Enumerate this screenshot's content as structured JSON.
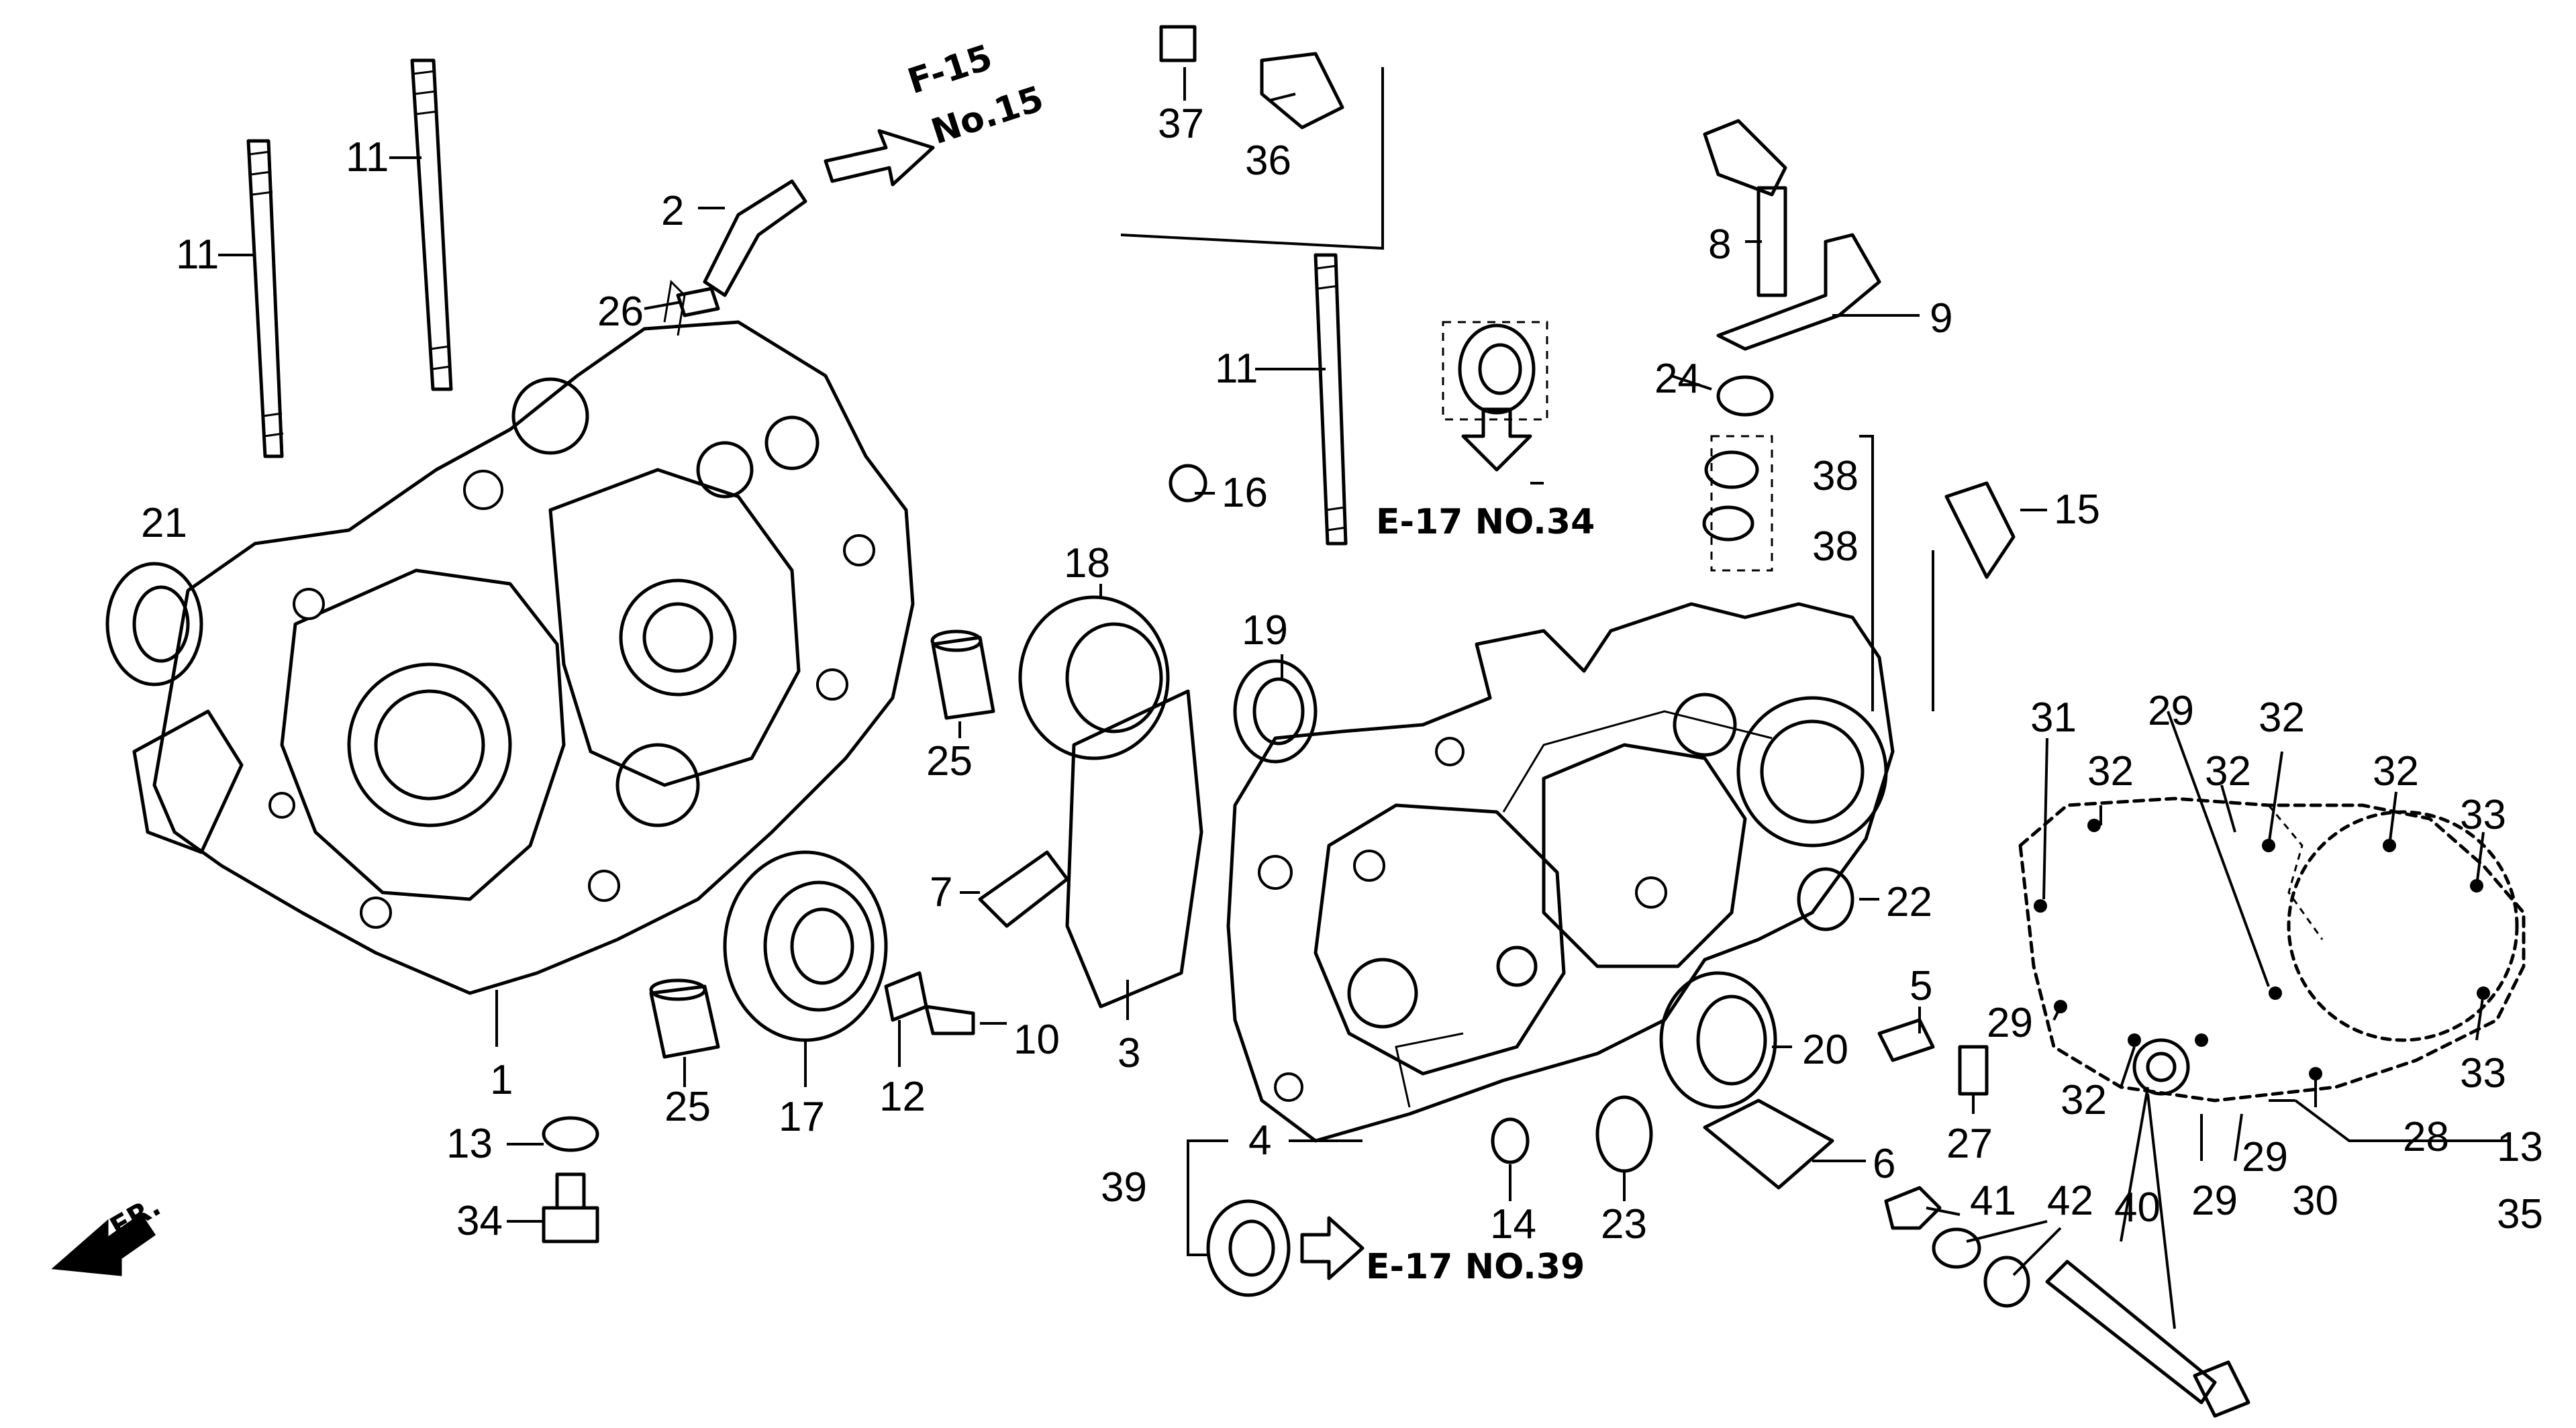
{
  "references": {
    "f15_line1": "F-15",
    "f15_line2": "No.15",
    "e17_no34": "E-17 NO.34",
    "e17_no39": "E-17 NO.39",
    "front": "FR."
  },
  "callouts": {
    "c1": "1",
    "c2": "2",
    "c3": "3",
    "c4": "4",
    "c5": "5",
    "c6": "6",
    "c7": "7",
    "c8": "8",
    "c9": "9",
    "c10": "10",
    "c11": "11",
    "c12": "12",
    "c13": "13",
    "c14": "14",
    "c15": "15",
    "c16": "16",
    "c17": "17",
    "c18": "18",
    "c19": "19",
    "c20": "20",
    "c21": "21",
    "c22": "22",
    "c23": "23",
    "c24": "24",
    "c25": "25",
    "c26": "26",
    "c27": "27",
    "c28": "28",
    "c29": "29",
    "c30": "30",
    "c31": "31",
    "c32": "32",
    "c33": "33",
    "c34": "34",
    "c35": "35",
    "c36": "36",
    "c37": "37",
    "c38": "38",
    "c39": "39",
    "c40": "40",
    "c41": "41",
    "c42": "42"
  }
}
